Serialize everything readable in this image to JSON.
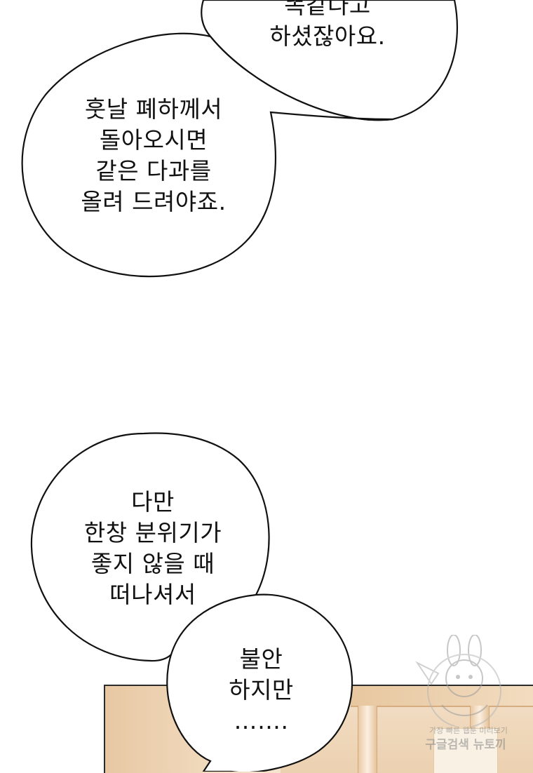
{
  "bubbles": {
    "top": "똑같다고\n하셨잖아요.",
    "middle": "훗날 폐하께서\n돌아오시면\n같은 다과를\n올려 드려야죠.",
    "lower_left": "다만\n한창 분위기가\n좋지 않을 때\n떠나셔서",
    "lower_right": "불안\n하지만\n……."
  },
  "watermark": {
    "line1": "가장 빠른 웹툰 미리보기",
    "line2": "구글검색 뉴토끼"
  }
}
